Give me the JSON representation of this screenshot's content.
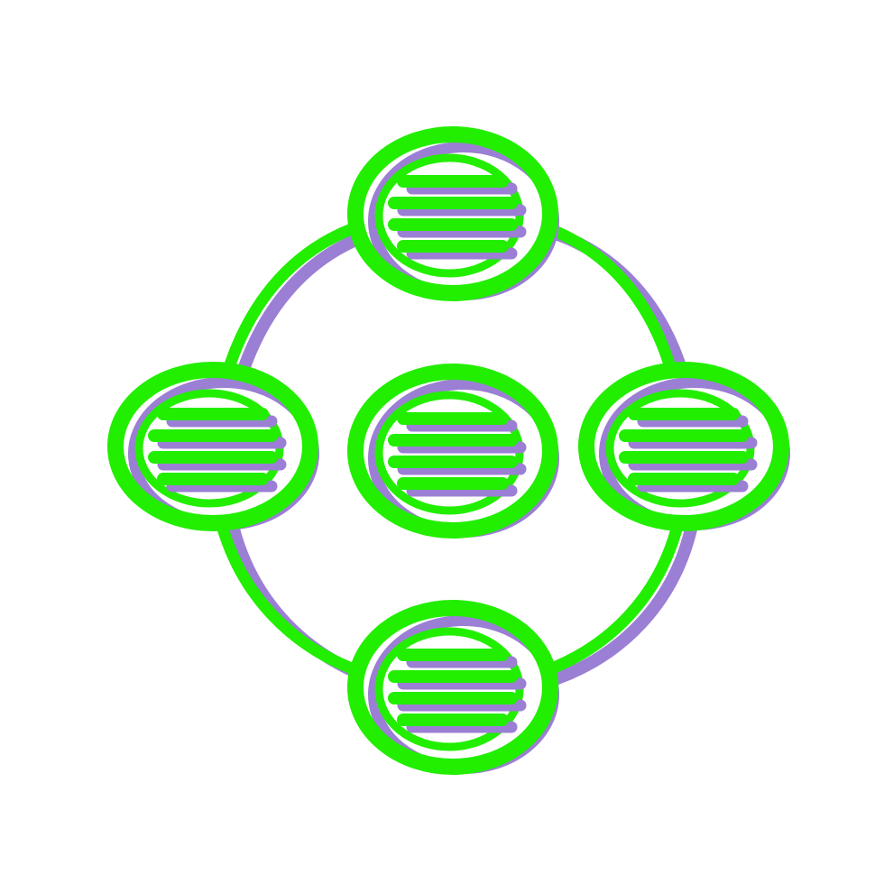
{
  "icon": {
    "name": "network-nodes-icon",
    "colors": {
      "primary": "#22ee00",
      "shadow": "#9b7fd4",
      "background": "#ffffff"
    },
    "nodes": [
      {
        "name": "node-top"
      },
      {
        "name": "node-left"
      },
      {
        "name": "node-center"
      },
      {
        "name": "node-right"
      },
      {
        "name": "node-bottom"
      }
    ]
  }
}
